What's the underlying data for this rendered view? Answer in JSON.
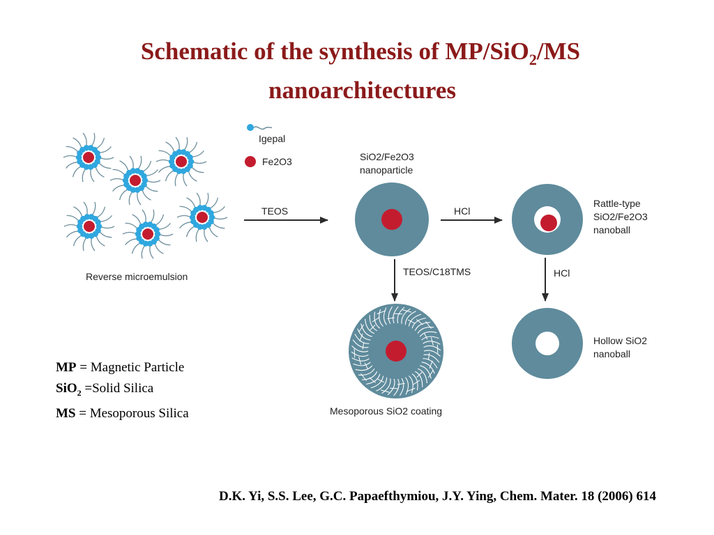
{
  "title": {
    "line1_prefix": "Schematic of the synthesis of MP/SiO",
    "line1_sub": "2",
    "line1_suffix": "/MS",
    "line2": "nanoarchitectures"
  },
  "diagram": {
    "legend_igepal": "Igepal",
    "legend_fe2o3": "Fe2O3",
    "reverse_microemulsion": "Reverse microemulsion",
    "arrow_teos": "TEOS",
    "sio2_fe2o3_line1": "SiO2/Fe2O3",
    "sio2_fe2o3_line2": "nanoparticle",
    "arrow_hcl_1": "HCl",
    "rattle_line1": "Rattle-type",
    "rattle_line2": "SiO2/Fe2O3",
    "rattle_line3": "nanoball",
    "arrow_teos_c18tms": "TEOS/C18TMS",
    "arrow_hcl_2": "HCl",
    "hollow_line1": "Hollow SiO2",
    "hollow_line2": "nanoball",
    "mesoporous_coating": "Mesoporous SiO2 coating"
  },
  "legend_text": [
    {
      "abbr": "MP",
      "abbr_sub": "",
      "text": " = Magnetic Particle"
    },
    {
      "abbr": "SiO",
      "abbr_sub": "2",
      "text": " =Solid Silica"
    },
    {
      "abbr": "MS",
      "abbr_sub": "",
      "text": " = Mesoporous Silica"
    }
  ],
  "citation": "D.K. Yi, S.S. Lee, G.C. Papaefthymiou, J.Y. Ying, Chem. Mater. 18 (2006) 614",
  "colors": {
    "title": "#8b1a1a",
    "silica": "#5f8b9c",
    "fe2o3": "#c41c2f",
    "igepal": "#2fa7df",
    "tail": "#6f8f9c"
  }
}
